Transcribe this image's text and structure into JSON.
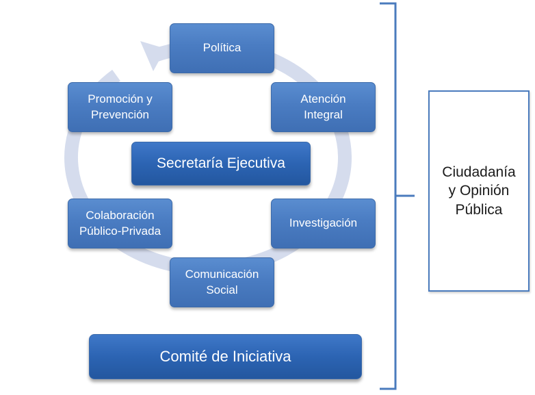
{
  "colors": {
    "node_fill": "#4a7cc2",
    "center_fill": "#2c64b3",
    "ring": "#d5dced",
    "bracket": "#4a7bbd",
    "side_text": "#1a1a1a"
  },
  "cycle": {
    "nodes": [
      {
        "id": "politica",
        "label": "Política"
      },
      {
        "id": "atencion",
        "label": "Atención\nIntegral"
      },
      {
        "id": "investigacion",
        "label": "Investigación"
      },
      {
        "id": "comunicacion",
        "label": "Comunicación\nSocial"
      },
      {
        "id": "colaboracion",
        "label": "Colaboración\nPúblico-Privada"
      },
      {
        "id": "promocion",
        "label": "Promoción y\nPrevención"
      }
    ]
  },
  "center": {
    "label": "Secretaría Ejecutiva"
  },
  "bottom": {
    "label": "Comité de Iniciativa"
  },
  "side": {
    "label": "Ciudadanía\ny Opinión\nPública"
  }
}
